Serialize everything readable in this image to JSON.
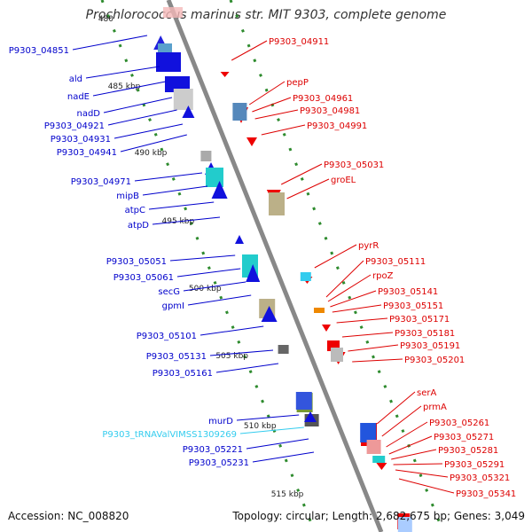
{
  "title": "Prochlorococcus marinus str. MIT 9303, complete genome",
  "footer": {
    "accession": "Accession: NC_008820",
    "topology": "Topology: circular; Length: 2,682,675 bp; Genes: 3,049"
  },
  "colors": {
    "forward_label": "#0000cc",
    "reverse_label": "#dd0000",
    "trna_label": "#33ccee",
    "backbone": "#888888",
    "scale_dash": "#2e8b2e"
  },
  "scale_ticks": [
    "480",
    "485 kbp",
    "490 kbp",
    "495 kbp",
    "500 kbp",
    "505 kbp",
    "510 kbp",
    "515 kbp"
  ],
  "forward_labels": [
    "P9303_04851",
    "ald",
    "nadE",
    "nadD",
    "P9303_04921",
    "P9303_04931",
    "P9303_04941",
    "P9303_04971",
    "mipB",
    "atpC",
    "atpD",
    "P9303_05051",
    "P9303_05061",
    "secG",
    "gpmI",
    "P9303_05101",
    "P9303_05131",
    "P9303_05161",
    "murD",
    "P9303_tRNAValVIMSS1309269",
    "P9303_05221",
    "P9303_05231"
  ],
  "reverse_labels": [
    "P9303_04911",
    "pepP",
    "P9303_04961",
    "P9303_04981",
    "P9303_04991",
    "P9303_05031",
    "groEL",
    "pyrR",
    "P9303_05111",
    "rpoZ",
    "P9303_05141",
    "P9303_05151",
    "P9303_05171",
    "P9303_05181",
    "P9303_05191",
    "P9303_05201",
    "serA",
    "prmA",
    "P9303_05261",
    "P9303_05271",
    "P9303_05281",
    "P9303_05291",
    "P9303_05321",
    "P9303_05341"
  ]
}
